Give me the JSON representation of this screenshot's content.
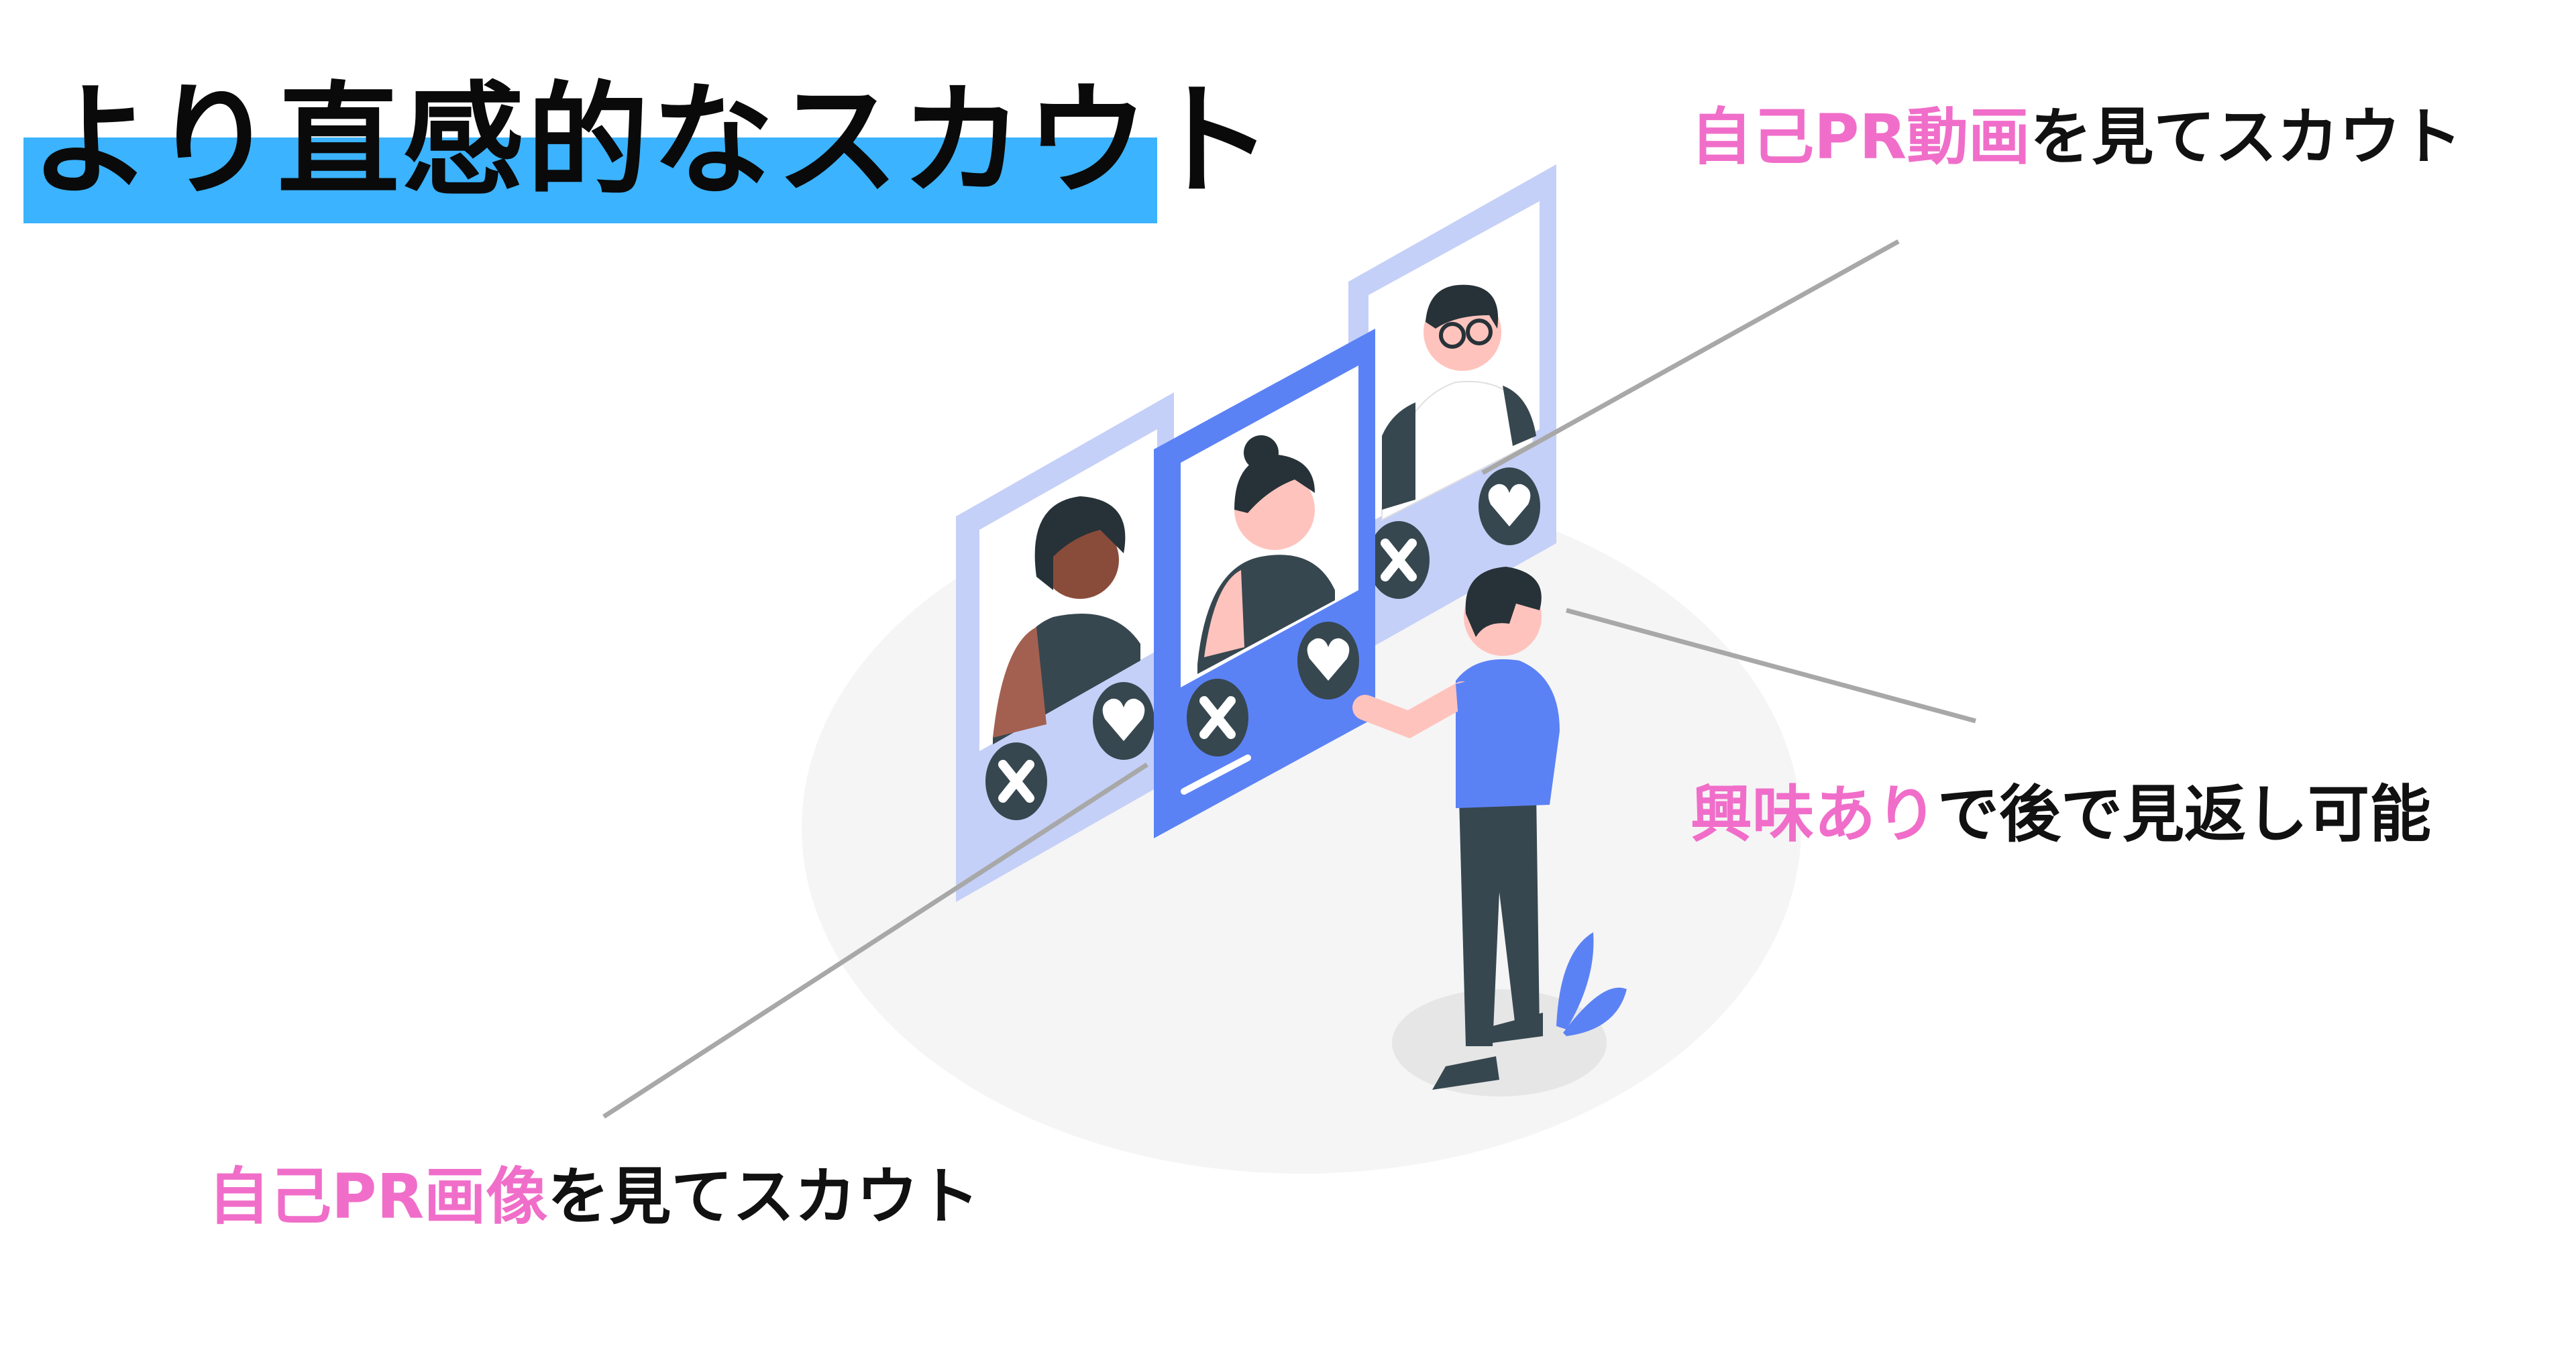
{
  "title": "より直感的なスカウト",
  "captions": {
    "video": {
      "highlight": "自己PR動画",
      "rest": "を見てスカウト"
    },
    "interest": {
      "highlight": "興味あり",
      "rest": "で後で見返し可能"
    },
    "image": {
      "highlight": "自己PR画像",
      "rest": "を見てスカウト"
    }
  },
  "colors": {
    "title_bar": "#3bb3ff",
    "highlight": "#f06ec9",
    "card_front": "#5b82f5",
    "card_back": "#b9c6f7"
  },
  "icons": {
    "reject": "x-icon",
    "like": "heart-icon"
  }
}
